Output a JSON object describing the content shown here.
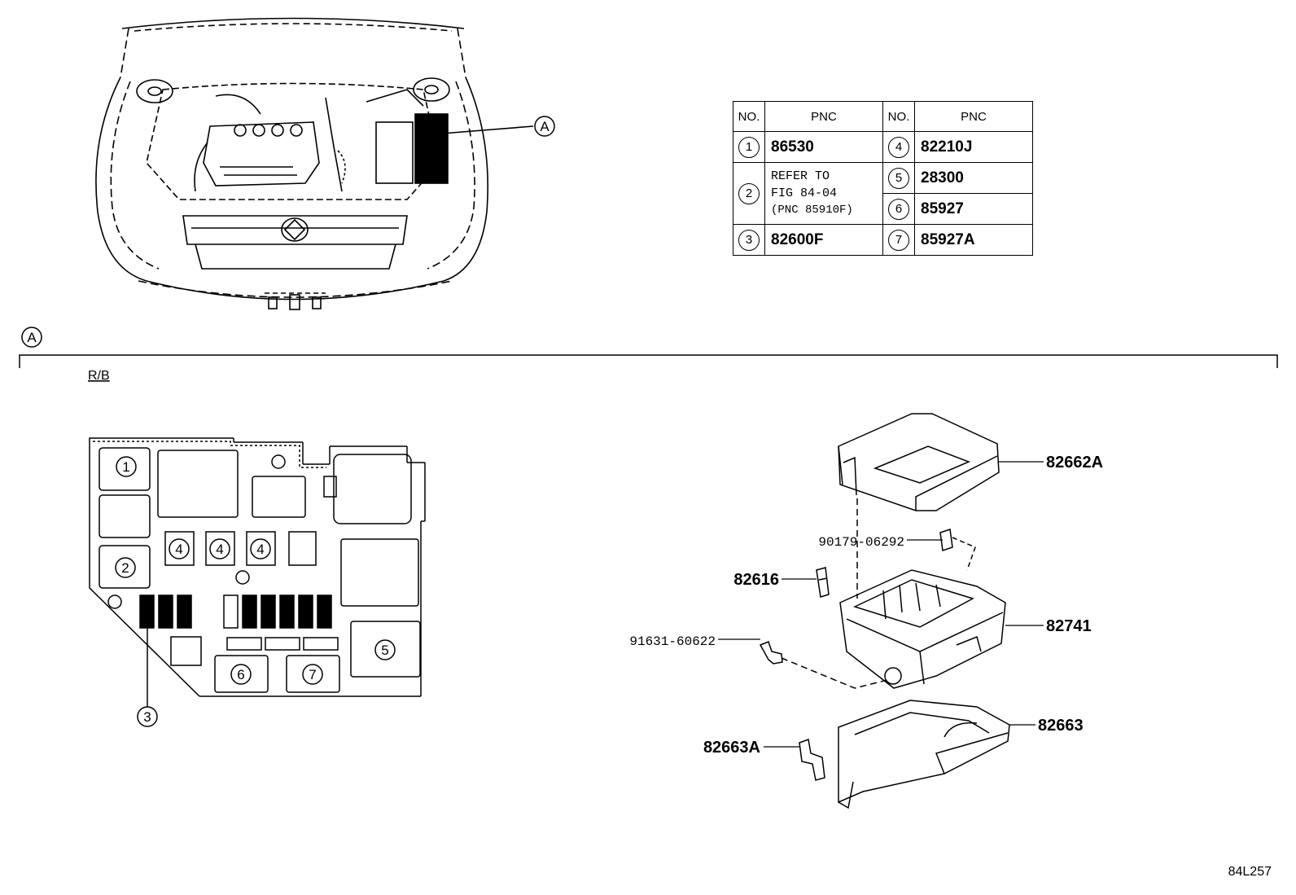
{
  "table": {
    "headers": [
      "NO.",
      "PNC",
      "NO.",
      "PNC"
    ],
    "rows": [
      {
        "no": "1",
        "pnc": "86530"
      },
      {
        "no": "2",
        "pnc_lines": [
          "REFER TO",
          "FIG 84-04",
          "(PNC 85910F)"
        ]
      },
      {
        "no": "3",
        "pnc": "82600F"
      },
      {
        "no": "4",
        "pnc": "82210J"
      },
      {
        "no": "5",
        "pnc": "28300"
      },
      {
        "no": "6",
        "pnc": "85927"
      },
      {
        "no": "7",
        "pnc": "85927A"
      }
    ]
  },
  "view_marker": "A",
  "section_label": "R/B",
  "relay_box_callouts": [
    "1",
    "2",
    "3",
    "4",
    "4",
    "4",
    "5",
    "6",
    "7"
  ],
  "exploded_parts": {
    "cover": "82662A",
    "clip": "90179-06292",
    "fuse_puller": "82616",
    "bolt": "91631-60622",
    "block": "82741",
    "lower_case": "82663",
    "bracket": "82663A"
  },
  "figure_code": "84L257"
}
